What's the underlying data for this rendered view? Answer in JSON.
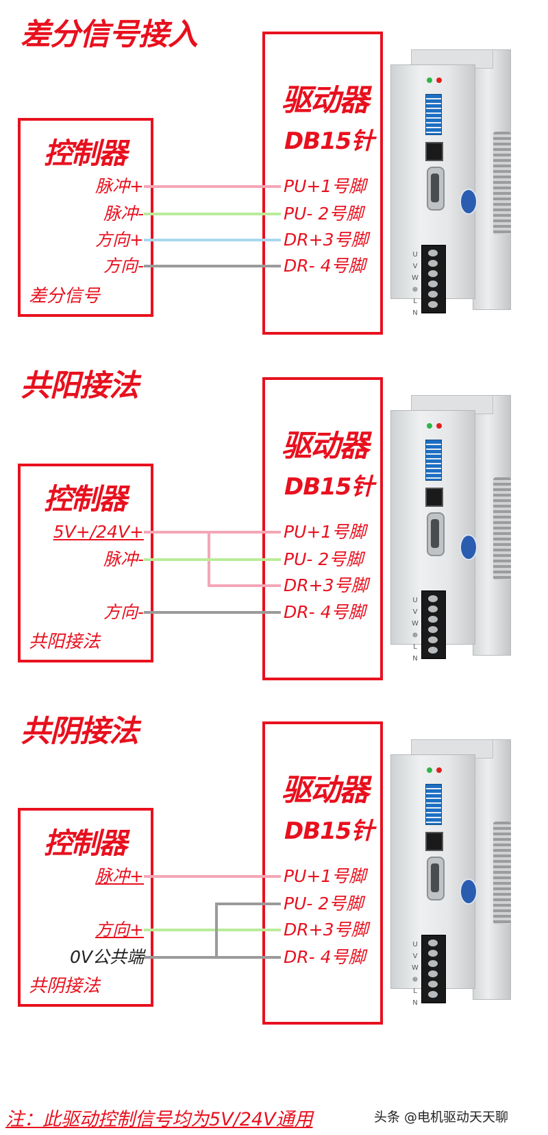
{
  "colors": {
    "accent_red": "#e8101e",
    "wire_pink": "#f4a6b6",
    "wire_green": "#b9ec9a",
    "wire_blue": "#a8d8ee",
    "wire_gray": "#9a9a9a"
  },
  "sections": [
    {
      "title": "差分信号接入",
      "controller": {
        "title": "控制器",
        "footer": "差分信号",
        "pins": [
          "脉冲+",
          "脉冲-",
          "方向+",
          "方向-"
        ]
      },
      "driver": {
        "title": "驱动器",
        "subtitle": "DB15针",
        "pins": [
          "PU+1号脚",
          "PU- 2号脚",
          "DR+3号脚",
          "DR- 4号脚"
        ]
      }
    },
    {
      "title": "共阳接法",
      "controller": {
        "title": "控制器",
        "footer": "共阳接法",
        "pins": [
          "5V+/24V+",
          "脉冲-",
          "方向-"
        ]
      },
      "driver": {
        "title": "驱动器",
        "subtitle": "DB15针",
        "pins": [
          "PU+1号脚",
          "PU- 2号脚",
          "DR+3号脚",
          "DR- 4号脚"
        ]
      }
    },
    {
      "title": "共阴接法",
      "controller": {
        "title": "控制器",
        "footer": "共阴接法",
        "pins": [
          "脉冲+",
          "方向+",
          "0V公共端"
        ]
      },
      "driver": {
        "title": "驱动器",
        "subtitle": "DB15针",
        "pins": [
          "PU+1号脚",
          "PU- 2号脚",
          "DR+3号脚",
          "DR- 4号脚"
        ]
      }
    }
  ],
  "device": {
    "terminal_labels": [
      "U",
      "V",
      "W",
      "⊕",
      "L",
      "N"
    ],
    "icons": [
      "led-icon",
      "dip-switch-icon",
      "rj45-port-icon",
      "db15-connector-icon",
      "terminal-block-icon"
    ]
  },
  "footer_note": "注：此驱动控制信号均为5V/24V通用",
  "watermark": "头条 @电机驱动天天聊"
}
